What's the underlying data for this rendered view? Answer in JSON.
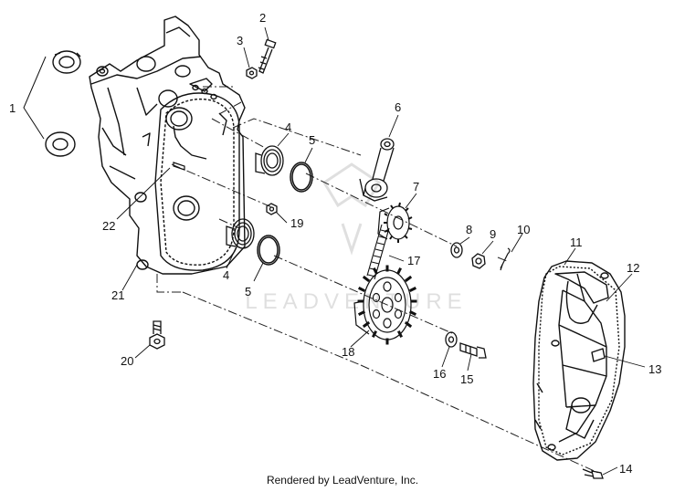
{
  "watermark": "LEADVENTURE",
  "footer": "Rendered by LeadVenture, Inc.",
  "callouts": {
    "c1": "1",
    "c2": "2",
    "c3": "3",
    "c4a": "4",
    "c4b": "4",
    "c5a": "5",
    "c5b": "5",
    "c6": "6",
    "c7": "7",
    "c8": "8",
    "c9": "9",
    "c10": "10",
    "c11": "11",
    "c12": "12",
    "c13": "13",
    "c14": "14",
    "c15": "15",
    "c16": "16",
    "c17": "17",
    "c18": "18",
    "c19": "19",
    "c20": "20",
    "c21": "21",
    "c22": "22"
  }
}
